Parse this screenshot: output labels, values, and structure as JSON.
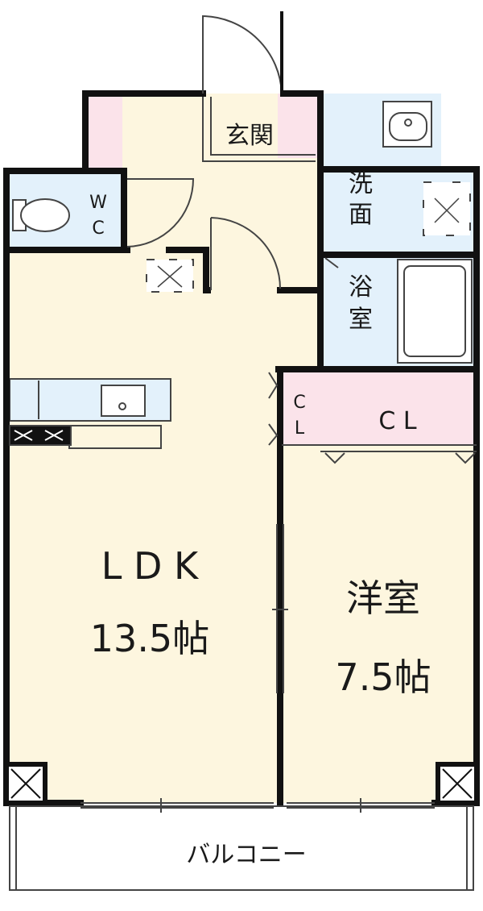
{
  "rooms": {
    "genkan": "玄関",
    "wc_w": "W",
    "wc_c": "C",
    "senmen_1": "洗",
    "senmen_2": "面",
    "yokushitsu_1": "浴",
    "yokushitsu_2": "室",
    "cl_small_1": "C",
    "cl_small_2": "L",
    "cl_large": "C L",
    "ldk_name": "L D K",
    "ldk_size": "13.5帖",
    "western_name": "洋室",
    "western_size": "7.5帖",
    "balcony": "バルコニー"
  },
  "colors": {
    "wall": "#111111",
    "floor_cream": "#fdf6df",
    "wet_blue": "#e3f1fb",
    "storage_pink": "#fbe3ea",
    "line": "#444444"
  }
}
